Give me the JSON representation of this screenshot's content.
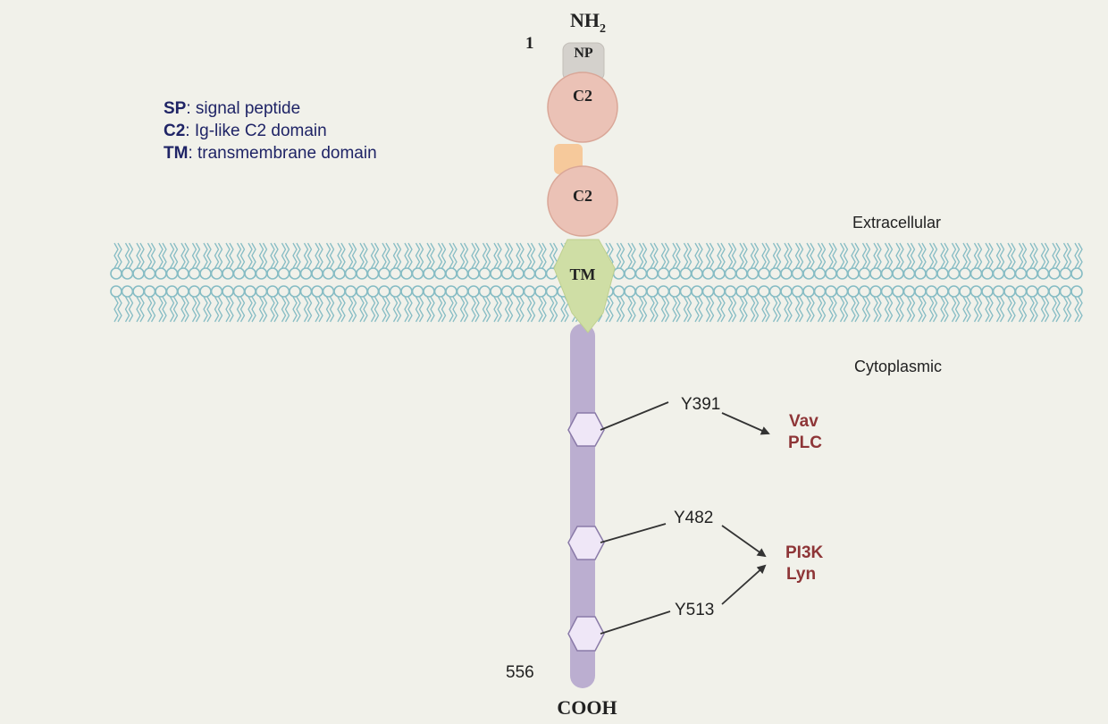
{
  "terminals": {
    "n_terminus": "NH",
    "n_terminus_sub": "2",
    "c_terminus": "COOH",
    "start_residue": "1",
    "end_residue": "556"
  },
  "domains": {
    "signal_peptide": "NP",
    "c2_upper": "C2",
    "c2_lower": "C2",
    "transmembrane": "TM"
  },
  "legend": [
    {
      "abbr": "SP",
      "text": ": signal peptide"
    },
    {
      "abbr": "C2",
      "text": ": Ig-like C2 domain"
    },
    {
      "abbr": "TM",
      "text": ": transmembrane domain"
    }
  ],
  "regions": {
    "extracellular": "Extracellular",
    "cytoplasmic": "Cytoplasmic"
  },
  "sites": [
    {
      "label": "Y391",
      "targets": [
        "Vav",
        "PLC"
      ]
    },
    {
      "label": "Y482",
      "targets": [
        "PI3K",
        "Lyn"
      ]
    },
    {
      "label": "Y513",
      "targets": [
        "PI3K",
        "Lyn"
      ]
    }
  ],
  "targets": {
    "group1_line1": "Vav",
    "group1_line2": "PLC",
    "group2_line1": "PI3K",
    "group2_line2": "Lyn"
  },
  "colors": {
    "background": "#f1f1ea",
    "membrane": "#86bcc4",
    "c2_fill": "#ebc2b6",
    "c2_stroke": "#d9a697",
    "linker": "#f6c99b",
    "np_fill": "#d4d1cc",
    "tm_fill": "#cfdea5",
    "tail": "#bbaed0",
    "site_fill": "#efe7f7",
    "site_stroke": "#8a7aa8",
    "target_text": "#8e3537",
    "legend_text": "#1f2466"
  }
}
